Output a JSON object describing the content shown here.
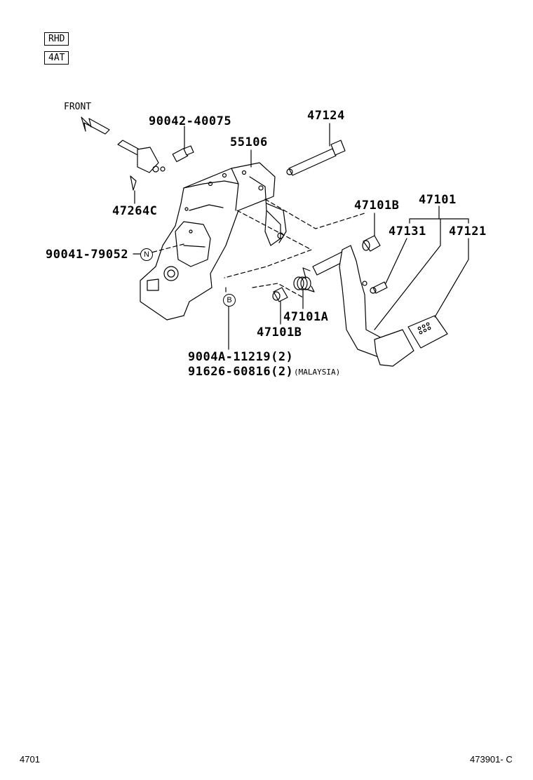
{
  "variant_tags": [
    "RHD",
    "4AT"
  ],
  "direction_label": "FRONT",
  "callouts": {
    "bolt": "90042-40075",
    "pin": "47124",
    "bracket": "55106",
    "clip": "47264C",
    "nut": "90041-79052",
    "bushing_upper": "47101B",
    "pedal_assy": "47101",
    "stopper": "47131",
    "pad": "47121",
    "spring": "47101A",
    "bushing_lower": "47101B",
    "screw_line1": "9004A-11219(2)",
    "screw_line2": "91626-60816(2)",
    "screw_line2_note": "(MALAYSIA)"
  },
  "ref_markers": {
    "n": "N",
    "b": "B"
  },
  "footer": {
    "left": "4701",
    "right": "473901- C"
  }
}
